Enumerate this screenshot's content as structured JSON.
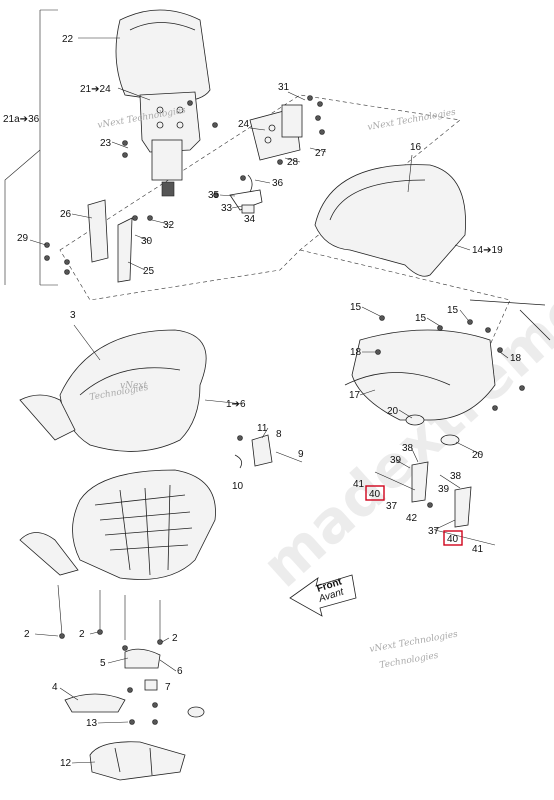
{
  "watermarks": {
    "vnext_1": "vNext Technologies",
    "vnext_2": "vNext Technologies",
    "vnext_3a": "vNext",
    "vnext_3b": "Technologies",
    "vnext_4a": "vNext Technologies",
    "vnext_4b": "Technologies",
    "site": "madextremelife"
  },
  "callouts": {
    "c22": "22",
    "c21_24": "21➔24",
    "c21a_36": "21a➔36",
    "c31": "31",
    "c24": "24",
    "c23": "23",
    "c28": "28",
    "c27": "27",
    "c16": "16",
    "c36": "36",
    "c35": "35",
    "c33": "33",
    "c34": "34",
    "c26": "26",
    "c32": "32",
    "c29": "29",
    "c30": "30",
    "c25": "25",
    "c14_19": "14➔19",
    "c15a": "15",
    "c15b": "15",
    "c15c": "15",
    "c3": "3",
    "c18a": "18",
    "c18b": "18",
    "c17": "17",
    "c1_6": "1➔6",
    "c20a": "20",
    "c20b": "20",
    "c11": "11",
    "c8": "8",
    "c9": "9",
    "c10": "10",
    "c38a": "38",
    "c39a": "39",
    "c41a": "41",
    "c40a": "40",
    "c37a": "37",
    "c42": "42",
    "c38b": "38",
    "c39b": "39",
    "c37b": "37",
    "c40b": "40",
    "c41b": "41",
    "c2a": "2",
    "c2b": "2",
    "c2c": "2",
    "c5": "5",
    "c6": "6",
    "c7": "7",
    "c4": "4",
    "c13": "13",
    "c12": "12"
  },
  "front_arrow": {
    "line1": "Front",
    "line2": "Avant"
  },
  "colors": {
    "highlight": "#d0021b",
    "ink": "#222222",
    "watermark": "#aaaaaa"
  }
}
